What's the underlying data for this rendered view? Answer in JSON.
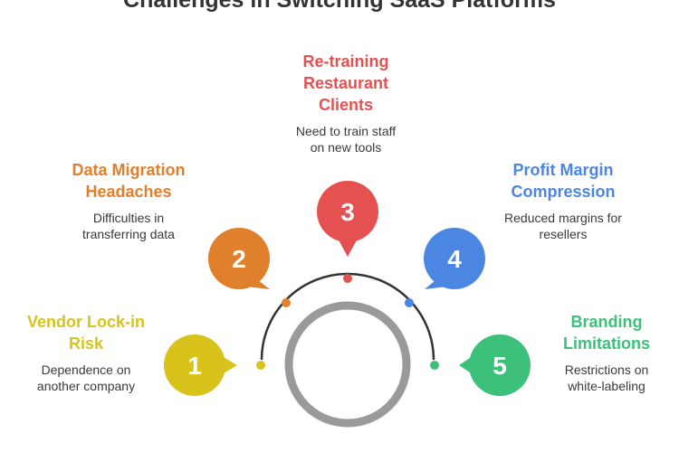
{
  "title": "Challenges in Switching SaaS Platforms",
  "steps": [
    {
      "number": "1",
      "heading": [
        "Vendor Lock-in",
        "Risk"
      ],
      "description": [
        "Dependence on",
        "another company"
      ],
      "color": "#d8c21b"
    },
    {
      "number": "2",
      "heading": [
        "Data Migration",
        "Headaches"
      ],
      "description": [
        "Difficulties in",
        "transferring data"
      ],
      "color": "#e07f2c"
    },
    {
      "number": "3",
      "heading": [
        "Re-training",
        "Restaurant",
        "Clients"
      ],
      "description": [
        "Need to train staff",
        "on new tools"
      ],
      "color": "#e55151"
    },
    {
      "number": "4",
      "heading": [
        "Profit Margin",
        "Compression"
      ],
      "description": [
        "Reduced margins for",
        "resellers"
      ],
      "color": "#4b86e2"
    },
    {
      "number": "5",
      "heading": [
        "Branding",
        "Limitations"
      ],
      "description": [
        "Restrictions on",
        "white-labeling"
      ],
      "color": "#3cc07a"
    }
  ],
  "colors": {
    "ring": "#9a9a9a",
    "arc": "#333333"
  }
}
